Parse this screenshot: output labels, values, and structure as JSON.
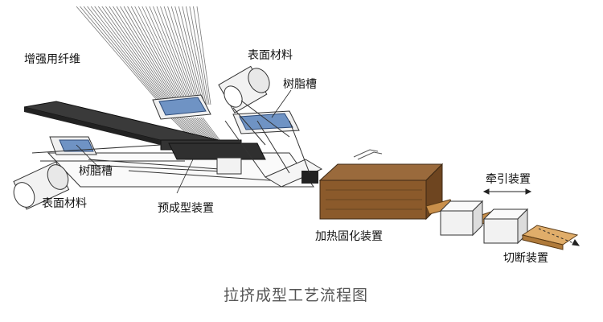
{
  "labels": {
    "reinforcing_fiber": "增强用纤维",
    "surface_material_top": "表面材料",
    "resin_tank_top": "树脂槽",
    "resin_tank_bottom": "树脂槽",
    "surface_material_bottom": "表面材料",
    "preforming_device": "预成型装置",
    "heating_curing_device": "加热固化装置",
    "pulling_device": "牵引装置",
    "cutting_device": "切断装置"
  },
  "caption": "拉挤成型工艺流程图"
}
